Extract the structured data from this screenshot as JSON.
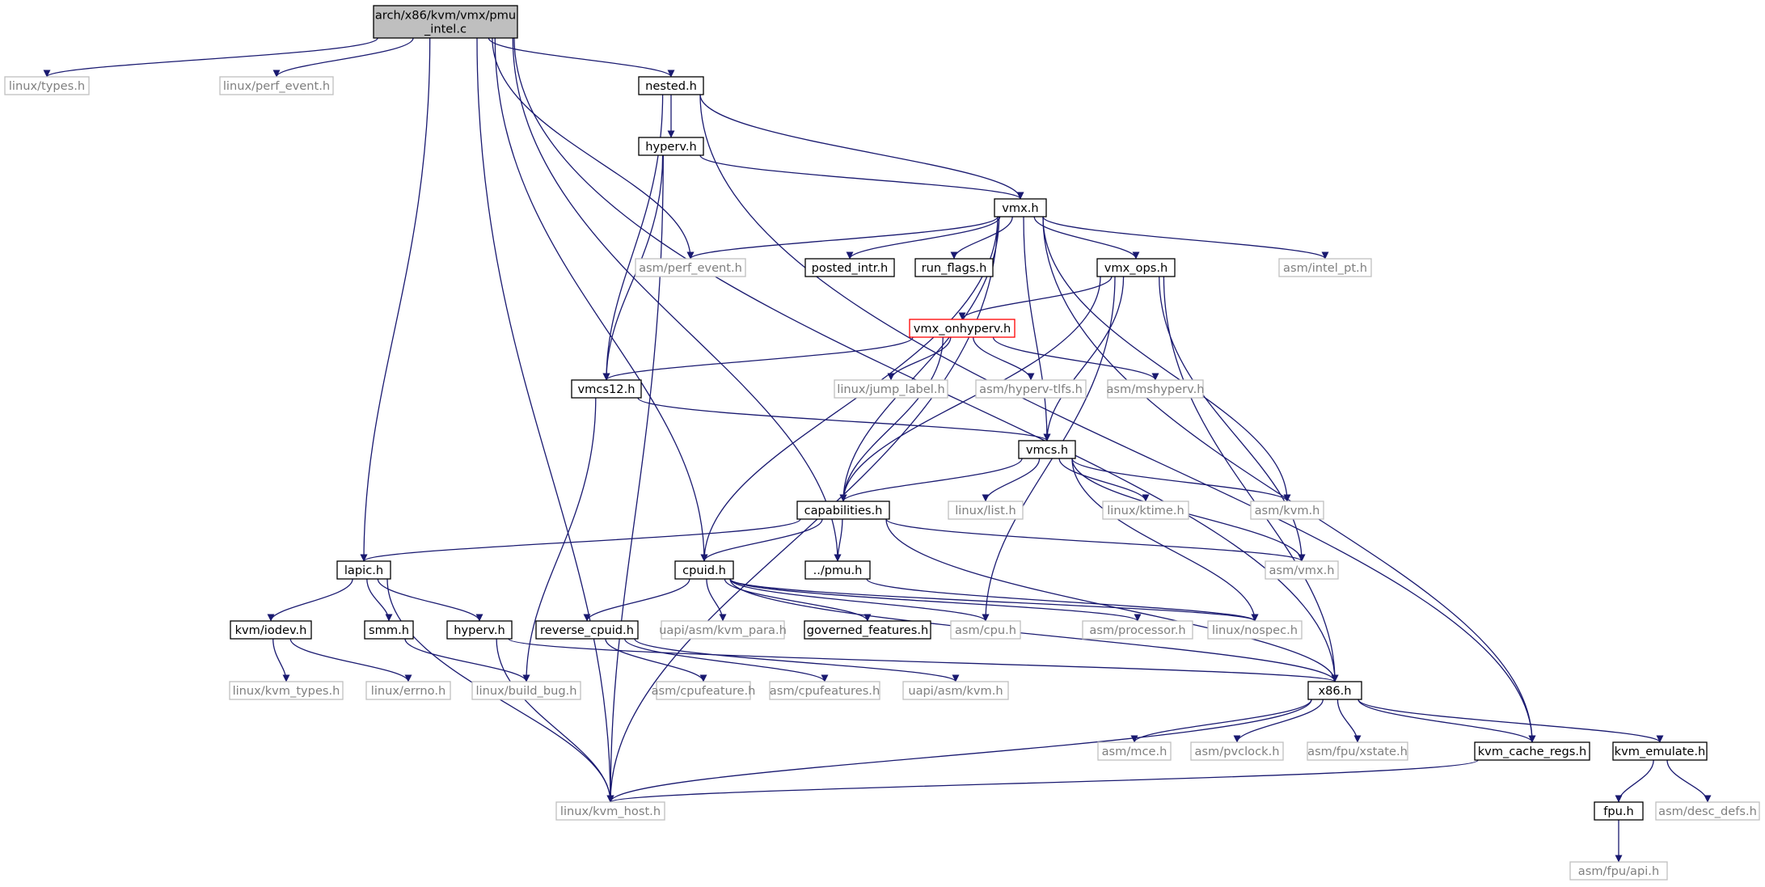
{
  "colors": {
    "edge": "#191970",
    "root_fill": "#bfbfbf",
    "node_stroke": "#000000",
    "external_stroke": "#bfbfbf",
    "external_text": "#7f7f7f",
    "highlight_stroke": "#ff0000",
    "text": "#000000"
  },
  "nodes": [
    {
      "id": "root",
      "label": "arch/x86/kvm/vmx/pmu\n_intel.c",
      "kind": "root"
    },
    {
      "id": "linux_types",
      "label": "linux/types.h",
      "kind": "external"
    },
    {
      "id": "linux_perf_event",
      "label": "linux/perf_event.h",
      "kind": "external"
    },
    {
      "id": "nested",
      "label": "nested.h",
      "kind": "normal"
    },
    {
      "id": "hyperv1",
      "label": "hyperv.h",
      "kind": "normal"
    },
    {
      "id": "vmx",
      "label": "vmx.h",
      "kind": "normal"
    },
    {
      "id": "asm_perf_event",
      "label": "asm/perf_event.h",
      "kind": "external"
    },
    {
      "id": "posted_intr",
      "label": "posted_intr.h",
      "kind": "normal"
    },
    {
      "id": "run_flags",
      "label": "run_flags.h",
      "kind": "normal"
    },
    {
      "id": "vmx_ops",
      "label": "vmx_ops.h",
      "kind": "normal"
    },
    {
      "id": "asm_intel_pt",
      "label": "asm/intel_pt.h",
      "kind": "external"
    },
    {
      "id": "vmx_onhyperv",
      "label": "vmx_onhyperv.h",
      "kind": "highlight"
    },
    {
      "id": "vmcs12",
      "label": "vmcs12.h",
      "kind": "normal"
    },
    {
      "id": "linux_jump_label",
      "label": "linux/jump_label.h",
      "kind": "external"
    },
    {
      "id": "asm_hyperv_tlfs",
      "label": "asm/hyperv-tlfs.h",
      "kind": "external"
    },
    {
      "id": "asm_mshyperv",
      "label": "asm/mshyperv.h",
      "kind": "external"
    },
    {
      "id": "vmcs",
      "label": "vmcs.h",
      "kind": "normal"
    },
    {
      "id": "capabilities",
      "label": "capabilities.h",
      "kind": "normal"
    },
    {
      "id": "linux_list",
      "label": "linux/list.h",
      "kind": "external"
    },
    {
      "id": "linux_ktime",
      "label": "linux/ktime.h",
      "kind": "external"
    },
    {
      "id": "asm_kvm",
      "label": "asm/kvm.h",
      "kind": "external"
    },
    {
      "id": "lapic",
      "label": "lapic.h",
      "kind": "normal"
    },
    {
      "id": "cpuid",
      "label": "cpuid.h",
      "kind": "normal"
    },
    {
      "id": "pmu",
      "label": "../pmu.h",
      "kind": "normal"
    },
    {
      "id": "asm_vmx",
      "label": "asm/vmx.h",
      "kind": "external"
    },
    {
      "id": "kvm_iodev",
      "label": "kvm/iodev.h",
      "kind": "normal"
    },
    {
      "id": "smm",
      "label": "smm.h",
      "kind": "normal"
    },
    {
      "id": "hyperv2",
      "label": "hyperv.h",
      "kind": "normal"
    },
    {
      "id": "reverse_cpuid",
      "label": "reverse_cpuid.h",
      "kind": "normal"
    },
    {
      "id": "uapi_kvm_para",
      "label": "uapi/asm/kvm_para.h",
      "kind": "external"
    },
    {
      "id": "governed",
      "label": "governed_features.h",
      "kind": "normal"
    },
    {
      "id": "asm_cpu",
      "label": "asm/cpu.h",
      "kind": "external"
    },
    {
      "id": "asm_processor",
      "label": "asm/processor.h",
      "kind": "external"
    },
    {
      "id": "linux_nospec",
      "label": "linux/nospec.h",
      "kind": "external"
    },
    {
      "id": "linux_kvm_types",
      "label": "linux/kvm_types.h",
      "kind": "external"
    },
    {
      "id": "linux_errno",
      "label": "linux/errno.h",
      "kind": "external"
    },
    {
      "id": "linux_build_bug",
      "label": "linux/build_bug.h",
      "kind": "external"
    },
    {
      "id": "asm_cpufeature",
      "label": "asm/cpufeature.h",
      "kind": "external"
    },
    {
      "id": "asm_cpufeatures",
      "label": "asm/cpufeatures.h",
      "kind": "external"
    },
    {
      "id": "uapi_kvm",
      "label": "uapi/asm/kvm.h",
      "kind": "external"
    },
    {
      "id": "x86",
      "label": "x86.h",
      "kind": "normal"
    },
    {
      "id": "asm_mce",
      "label": "asm/mce.h",
      "kind": "external"
    },
    {
      "id": "asm_pvclock",
      "label": "asm/pvclock.h",
      "kind": "external"
    },
    {
      "id": "asm_fpu_xstate",
      "label": "asm/fpu/xstate.h",
      "kind": "external"
    },
    {
      "id": "kvm_cache_regs",
      "label": "kvm_cache_regs.h",
      "kind": "normal"
    },
    {
      "id": "kvm_emulate",
      "label": "kvm_emulate.h",
      "kind": "normal"
    },
    {
      "id": "linux_kvm_host",
      "label": "linux/kvm_host.h",
      "kind": "external"
    },
    {
      "id": "fpu",
      "label": "fpu.h",
      "kind": "normal"
    },
    {
      "id": "asm_desc_defs",
      "label": "asm/desc_defs.h",
      "kind": "external"
    },
    {
      "id": "asm_fpu_api",
      "label": "asm/fpu/api.h",
      "kind": "external"
    }
  ],
  "edges": [
    [
      "root",
      "linux_types"
    ],
    [
      "root",
      "linux_perf_event"
    ],
    [
      "root",
      "nested"
    ],
    [
      "root",
      "x86"
    ],
    [
      "root",
      "linux_kvm_host"
    ],
    [
      "root",
      "lapic"
    ],
    [
      "root",
      "cpuid"
    ],
    [
      "root",
      "pmu"
    ],
    [
      "root",
      "asm_perf_event"
    ],
    [
      "nested",
      "hyperv1"
    ],
    [
      "nested",
      "vmx"
    ],
    [
      "nested",
      "vmcs12"
    ],
    [
      "nested",
      "kvm_cache_regs"
    ],
    [
      "hyperv1",
      "vmx"
    ],
    [
      "hyperv1",
      "vmcs12"
    ],
    [
      "hyperv1",
      "linux_kvm_host"
    ],
    [
      "vmx",
      "asm_perf_event"
    ],
    [
      "vmx",
      "posted_intr"
    ],
    [
      "vmx",
      "run_flags"
    ],
    [
      "vmx",
      "vmx_ops"
    ],
    [
      "vmx",
      "asm_intel_pt"
    ],
    [
      "vmx",
      "capabilities"
    ],
    [
      "vmx",
      "vmcs"
    ],
    [
      "vmx",
      "cpuid"
    ],
    [
      "vmx",
      "asm_kvm"
    ],
    [
      "vmx",
      "linux_kvm_host"
    ],
    [
      "vmx",
      "kvm_cache_regs"
    ],
    [
      "vmx_ops",
      "vmx_onhyperv"
    ],
    [
      "vmx_ops",
      "vmcs"
    ],
    [
      "vmx_ops",
      "asm_vmx"
    ],
    [
      "vmx_ops",
      "x86"
    ],
    [
      "vmx_ops",
      "capabilities"
    ],
    [
      "vmx_ops",
      "asm_cpu"
    ],
    [
      "vmx_onhyperv",
      "vmcs12"
    ],
    [
      "vmx_onhyperv",
      "linux_jump_label"
    ],
    [
      "vmx_onhyperv",
      "asm_hyperv_tlfs"
    ],
    [
      "vmx_onhyperv",
      "asm_mshyperv"
    ],
    [
      "vmx_onhyperv",
      "capabilities"
    ],
    [
      "vmcs12",
      "vmcs"
    ],
    [
      "vmcs12",
      "linux_build_bug"
    ],
    [
      "vmcs",
      "capabilities"
    ],
    [
      "vmcs",
      "linux_list"
    ],
    [
      "vmcs",
      "linux_ktime"
    ],
    [
      "vmcs",
      "asm_kvm"
    ],
    [
      "vmcs",
      "asm_vmx"
    ],
    [
      "vmcs",
      "linux_nospec"
    ],
    [
      "capabilities",
      "lapic"
    ],
    [
      "capabilities",
      "cpuid"
    ],
    [
      "capabilities",
      "pmu"
    ],
    [
      "capabilities",
      "asm_vmx"
    ],
    [
      "capabilities",
      "x86"
    ],
    [
      "lapic",
      "kvm_iodev"
    ],
    [
      "lapic",
      "smm"
    ],
    [
      "lapic",
      "hyperv2"
    ],
    [
      "lapic",
      "linux_kvm_host"
    ],
    [
      "cpuid",
      "reverse_cpuid"
    ],
    [
      "cpuid",
      "uapi_kvm_para"
    ],
    [
      "cpuid",
      "governed"
    ],
    [
      "cpuid",
      "asm_cpu"
    ],
    [
      "cpuid",
      "asm_processor"
    ],
    [
      "cpuid",
      "linux_nospec"
    ],
    [
      "cpuid",
      "x86"
    ],
    [
      "pmu",
      "linux_nospec"
    ],
    [
      "kvm_iodev",
      "linux_kvm_types"
    ],
    [
      "kvm_iodev",
      "linux_errno"
    ],
    [
      "smm",
      "linux_build_bug"
    ],
    [
      "hyperv2",
      "x86"
    ],
    [
      "hyperv2",
      "linux_kvm_host"
    ],
    [
      "reverse_cpuid",
      "asm_cpufeature"
    ],
    [
      "reverse_cpuid",
      "asm_cpufeatures"
    ],
    [
      "reverse_cpuid",
      "uapi_kvm"
    ],
    [
      "x86",
      "asm_mce"
    ],
    [
      "x86",
      "asm_pvclock"
    ],
    [
      "x86",
      "asm_fpu_xstate"
    ],
    [
      "x86",
      "kvm_cache_regs"
    ],
    [
      "x86",
      "kvm_emulate"
    ],
    [
      "x86",
      "linux_kvm_host"
    ],
    [
      "kvm_cache_regs",
      "linux_kvm_host"
    ],
    [
      "kvm_emulate",
      "fpu"
    ],
    [
      "kvm_emulate",
      "asm_desc_defs"
    ],
    [
      "fpu",
      "asm_fpu_api"
    ]
  ]
}
